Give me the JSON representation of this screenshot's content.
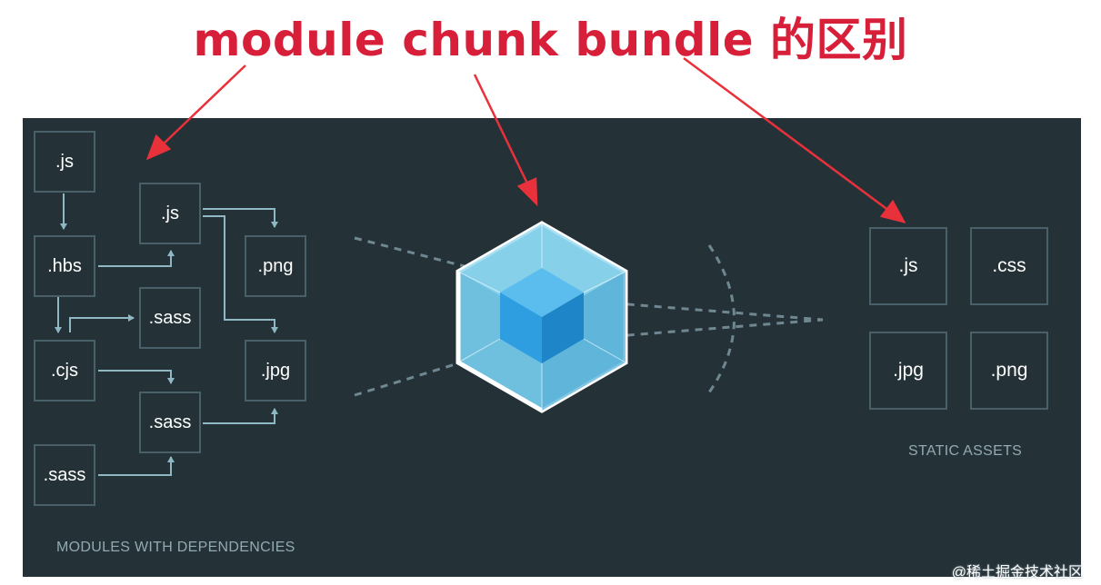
{
  "title": "module chunk bundle 的区别",
  "modules": {
    "caption": "MODULES WITH DEPENDENCIES",
    "boxes": [
      ".js",
      ".js",
      ".hbs",
      ".png",
      ".sass",
      ".cjs",
      ".jpg",
      ".sass",
      ".sass"
    ]
  },
  "assets": {
    "caption": "STATIC ASSETS",
    "boxes": [
      ".js",
      ".css",
      ".jpg",
      ".png"
    ]
  },
  "watermark": "@稀土掘金技术社区",
  "colors": {
    "background": "#243238",
    "title": "#d81f3a",
    "arrow": "#e8313b",
    "connector": "#8fb8c4",
    "cube_outer": "#8ed6ee",
    "cube_inner": "#2f9ee0"
  }
}
